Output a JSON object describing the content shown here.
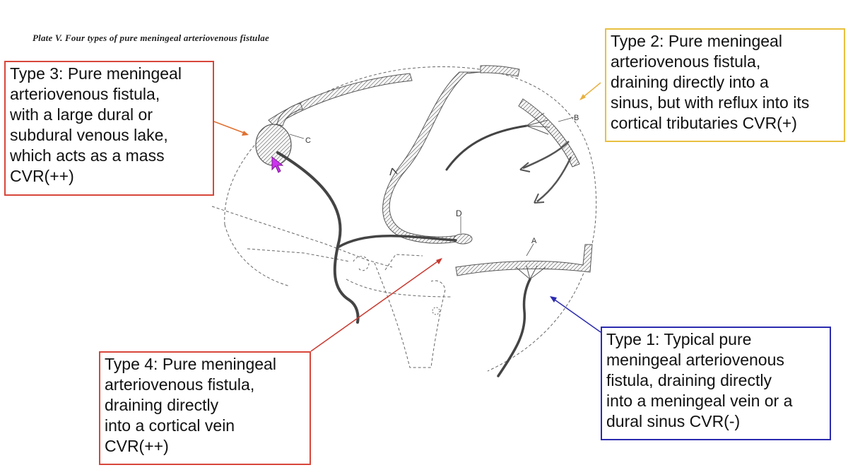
{
  "plate_title": "Plate V. Four types of pure meningeal arteriovenous fistulae",
  "diagram_labels": {
    "a": "A",
    "b": "B",
    "c": "C",
    "d": "D"
  },
  "colors": {
    "type1": "#2b2bb0",
    "type2": "#e8c040",
    "type3": "#d8463a",
    "type4": "#d8463a",
    "cursor": "#cc33ee"
  },
  "boxes": {
    "type1": {
      "lines": [
        "Type 1:  Typical pure",
        "meningeal arteriovenous",
        "fistula, draining directly",
        "into a meningeal vein or a",
        "dural sinus  CVR(-)"
      ]
    },
    "type2": {
      "lines": [
        "Type 2: Pure meningeal",
        "arteriovenous fistula,",
        "draining directly into a",
        "sinus, but with reflux into its",
        "cortical tributaries  CVR(+)"
      ]
    },
    "type3": {
      "lines": [
        "Type 3: Pure meningeal",
        "arteriovenous fistula,",
        "with a large dural or",
        "subdural venous lake,",
        "which acts as a mass",
        "CVR(++)"
      ]
    },
    "type4": {
      "lines": [
        "Type 4: Pure meningeal",
        "arteriovenous fistula,",
        "draining directly",
        "into a cortical vein",
        "CVR(++)"
      ]
    }
  }
}
